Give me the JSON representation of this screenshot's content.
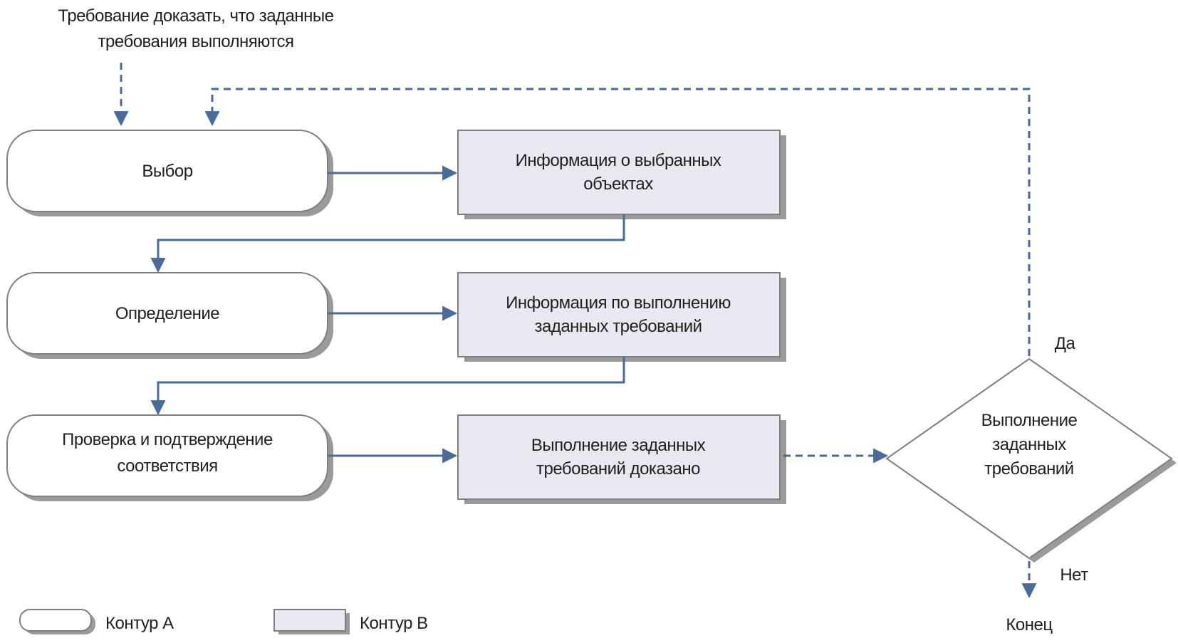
{
  "diagram": {
    "top_note_line1": "Требование доказать, что заданные",
    "top_note_line2": "требования выполняются",
    "step_select": "Выбор",
    "step_define": "Определение",
    "step_verify_line1": "Проверка и подтверждение",
    "step_verify_line2": "соответствия",
    "info_selected_line1": "Информация о выбранных",
    "info_selected_line2": "объектах",
    "info_fulfillment_line1": "Информация по выполнению",
    "info_fulfillment_line2": "заданных требований",
    "proven_line1": "Выполнение заданных",
    "proven_line2": "требований доказано",
    "decision_line1": "Выполнение",
    "decision_line2": "заданных",
    "decision_line3": "требований",
    "yes_label": "Да",
    "no_label": "Нет",
    "end_label": "Конец"
  },
  "legend": {
    "contour_a": "Контур А",
    "contour_b": "Контур В"
  },
  "colors": {
    "arrow": "#4a6a9a",
    "process_fill": "#e8e8f0",
    "shadow": "#9a9a9a",
    "outline": "#7f7f7f"
  }
}
